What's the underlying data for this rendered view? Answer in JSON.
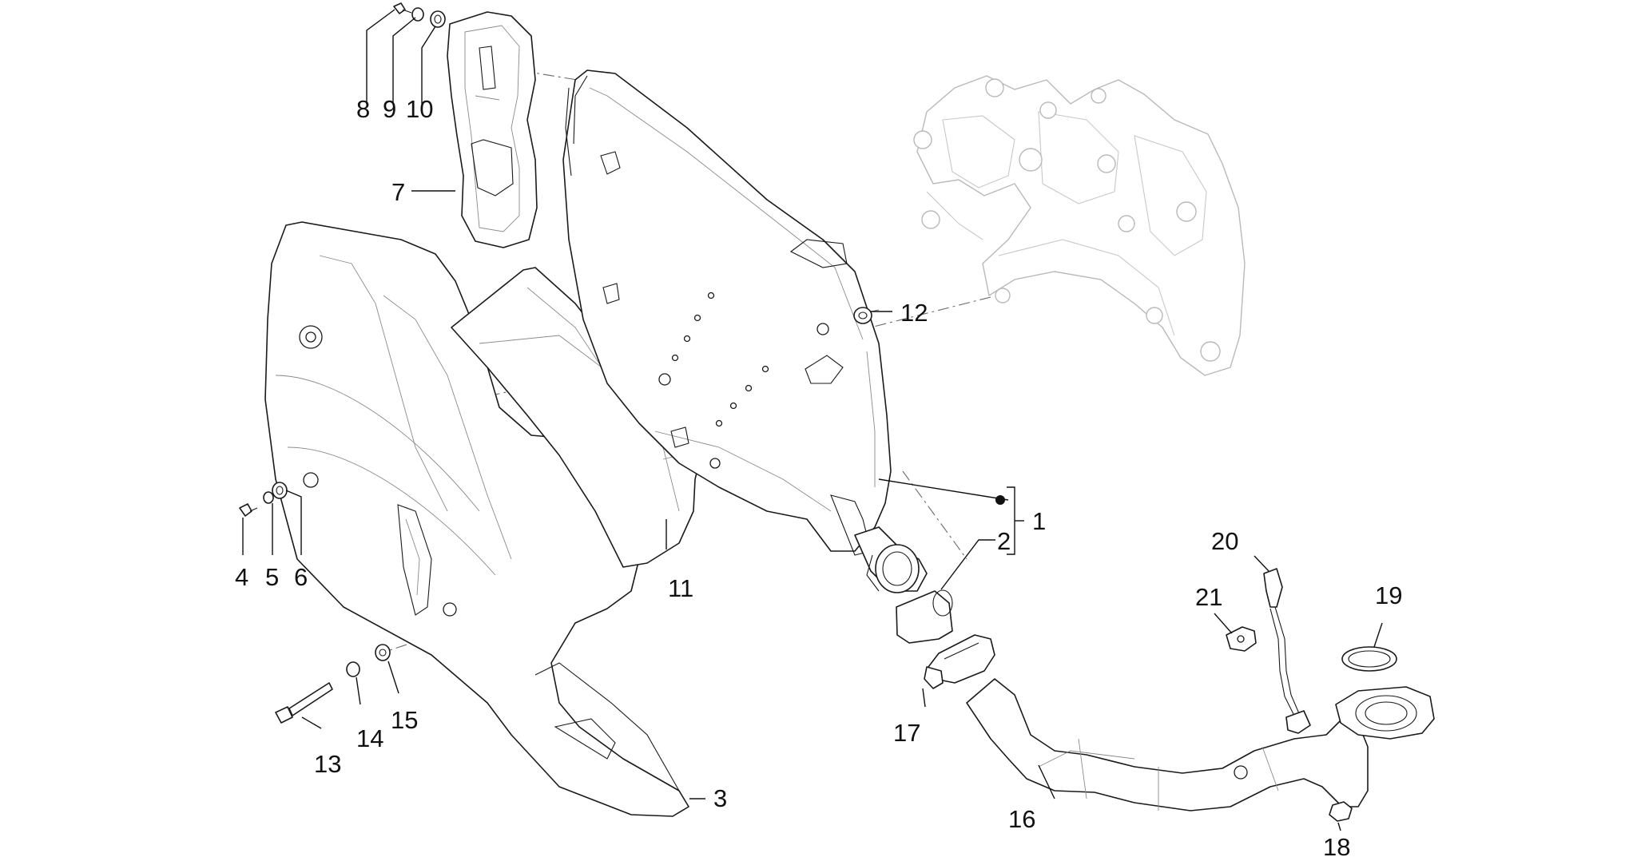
{
  "callouts": [
    {
      "id": "c1",
      "label": "1"
    },
    {
      "id": "c2",
      "label": "2"
    },
    {
      "id": "c3",
      "label": "3"
    },
    {
      "id": "c4",
      "label": "4"
    },
    {
      "id": "c5",
      "label": "5"
    },
    {
      "id": "c6",
      "label": "6"
    },
    {
      "id": "c7",
      "label": "7"
    },
    {
      "id": "c8",
      "label": "8"
    },
    {
      "id": "c9",
      "label": "9"
    },
    {
      "id": "c10",
      "label": "10"
    },
    {
      "id": "c11",
      "label": "11"
    },
    {
      "id": "c12",
      "label": "12"
    },
    {
      "id": "c13",
      "label": "13"
    },
    {
      "id": "c14",
      "label": "14"
    },
    {
      "id": "c15",
      "label": "15"
    },
    {
      "id": "c16",
      "label": "16"
    },
    {
      "id": "c17",
      "label": "17"
    },
    {
      "id": "c18",
      "label": "18"
    },
    {
      "id": "c19",
      "label": "19"
    },
    {
      "id": "c20",
      "label": "20"
    },
    {
      "id": "c21",
      "label": "21"
    }
  ],
  "colors": {
    "line": "#1a1a1a",
    "ghost_frame": "#b9b9b9",
    "background": "#ffffff"
  }
}
